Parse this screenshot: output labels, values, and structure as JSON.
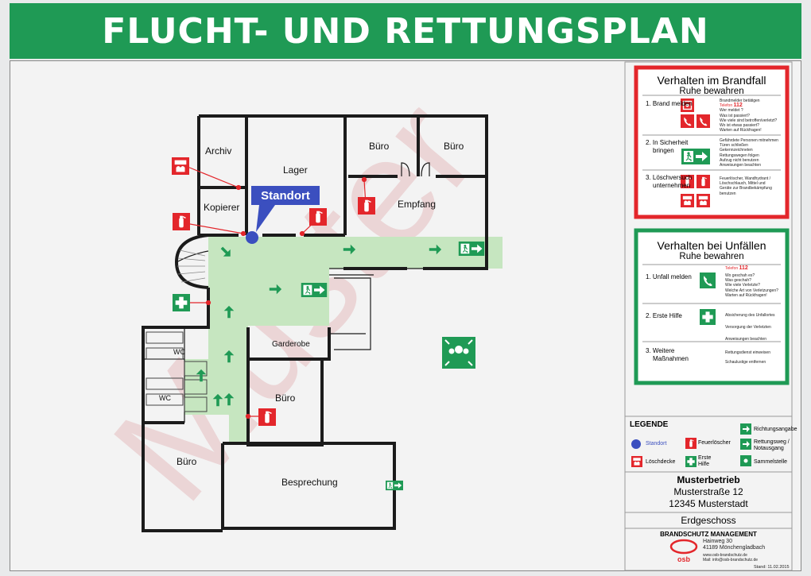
{
  "header": {
    "title": "FLUCHT- UND RETTUNGSPLAN"
  },
  "watermark": "Muster",
  "rooms": {
    "archiv": "Archiv",
    "lager": "Lager",
    "buero1": "Büro",
    "buero2": "Büro",
    "buero3": "Büro",
    "buero4": "Büro",
    "kopierer": "Kopierer",
    "empfang": "Empfang",
    "wc1": "WC",
    "wc2": "WC",
    "garderobe": "Garderobe",
    "besprechung": "Besprechung"
  },
  "standort_label": "Standort",
  "brandfall": {
    "title": "Verhalten im Brandfall",
    "subtitle": "Ruhe bewahren",
    "step1": "1. Brand melden",
    "step1_text": [
      "Brandmelder betätigen",
      "Telefon",
      "112",
      "Wer meldet ?",
      "Was ist passiert?",
      "Wie viele sind betroffen/verletzt?",
      "Wo ist etwas passiert?",
      "Warten auf Rückfragen!"
    ],
    "step2a": "2. In Sicherheit",
    "step2b": "bringen",
    "step2_text": [
      "Gefährdete Personen mitnehmen",
      "Türen schließen",
      "Gekennzeichneten",
      "Rettungswegen folgen",
      "Aufzug nicht benutzen",
      "Anweisungen beachten"
    ],
    "step3a": "3. Löschversuch",
    "step3b": "unternehmen",
    "step3_text": [
      "Feuerlöscher, Wandhydrant /",
      "Löschschlauch, Mittel und",
      "Geräte zur Brandbekämpfung",
      "benutzen"
    ]
  },
  "unfall": {
    "title": "Verhalten bei Unfällen",
    "subtitle": "Ruhe bewahren",
    "phone_label": "Telefon",
    "phone": "112",
    "step1": "1. Unfall melden",
    "step1_text": [
      "Wo geschah es?",
      "Was geschah?",
      "Wie viele Verletzte?",
      "Welche Art von Verletzungen?",
      "Warten auf Rückfragen!"
    ],
    "step2": "2. Erste Hilfe",
    "step2_text": [
      "Absicherung des Unfallortes",
      "Versorgung der Verletzten",
      "Anweisungen beachten"
    ],
    "step3a": "3. Weitere",
    "step3b": "Maßnahmen",
    "step3_text": [
      "Rettungsdienst einweisen",
      "Schaulustige entfernen"
    ]
  },
  "legend": {
    "title": "LEGENDE",
    "standort": "Standort",
    "feuerloescher": "Feuerlöscher",
    "richtungsangabe": "Richtungsangabe",
    "rettungsweg": "Rettungsweg /",
    "notausgang": "Notausgang",
    "loeschdecke": "Löschdecke",
    "erste": "Erste",
    "hilfe": "Hilfe",
    "sammelstelle": "Sammelstelle"
  },
  "company": {
    "name": "Musterbetrieb",
    "street": "Musterstraße 12",
    "city": "12345 Musterstadt",
    "floor": "Erdgeschoss",
    "brand": "BRANDSCHUTZ MANAGEMENT",
    "logo": "osb",
    "addr1": "Hainweg 30",
    "addr2": "41189 Mönchengladbach",
    "web": "www.osb-brandschutz.de",
    "mail": "Mail: info@osb-brandschutz.de",
    "stand": "Stand: 11.02.2015"
  },
  "colors": {
    "green": "#1f9a55",
    "red": "#e3262b",
    "blue": "#3b4fbf",
    "light_green": "#c6e6c0"
  }
}
